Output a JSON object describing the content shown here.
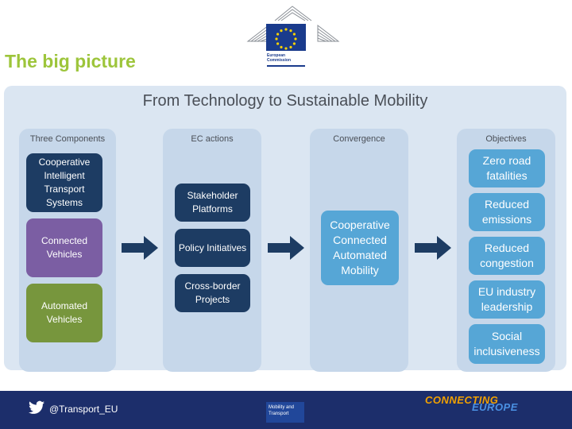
{
  "header": {
    "title": "The big picture"
  },
  "logo": {
    "name_line1": "European",
    "name_line2": "Commission"
  },
  "diagram": {
    "title": "From Technology to Sustainable Mobility",
    "columns": [
      {
        "heading": "Three Components",
        "items": [
          {
            "label": "Cooperative Intelligent Transport Systems"
          },
          {
            "label": "Connected Vehicles"
          },
          {
            "label": "Automated Vehicles"
          }
        ]
      },
      {
        "heading": "EC actions",
        "items": [
          {
            "label": "Stakeholder Platforms"
          },
          {
            "label": "Policy Initiatives"
          },
          {
            "label": "Cross-border Projects"
          }
        ]
      },
      {
        "heading": "Convergence",
        "items": [
          {
            "label": "Cooperative Connected Automated Mobility"
          }
        ]
      },
      {
        "heading": "Objectives",
        "items": [
          {
            "label": "Zero road fatalities"
          },
          {
            "label": "Reduced emissions"
          },
          {
            "label": "Reduced congestion"
          },
          {
            "label": "EU industry leadership"
          },
          {
            "label": "Social inclusiveness"
          }
        ]
      }
    ],
    "colors": {
      "navy": "#1d3c63",
      "purple": "#7b5ea3",
      "green": "#77963d",
      "light_blue": "#56a6d6",
      "arrow": "#1d3c63"
    }
  },
  "footer": {
    "twitter_icon": "twitter-bird-icon",
    "twitter_handle": "@Transport_EU",
    "badge_line1": "Mobility and",
    "badge_line2": "Transport",
    "brand_line1": "CONNECTING",
    "brand_line2": "EUROPE"
  }
}
